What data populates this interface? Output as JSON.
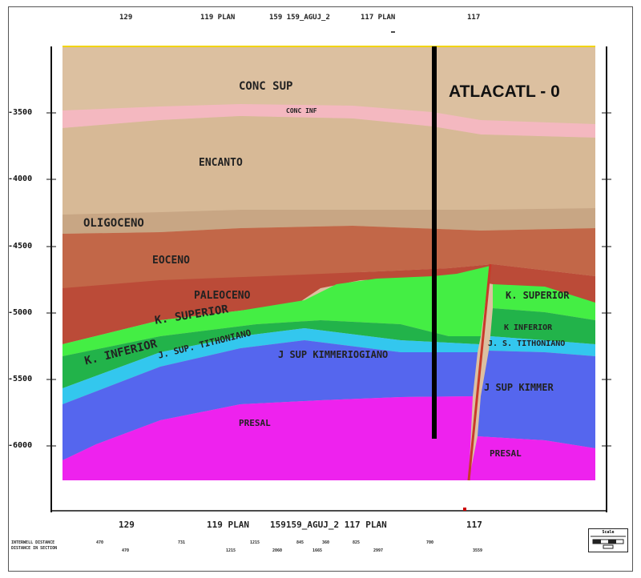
{
  "section": {
    "well_name": "ATLACATL - 0",
    "top_well_labels": [
      "129",
      "119 PLAN",
      "159 159_AGUJ_2",
      "117 PLAN",
      "117"
    ],
    "bottom_well_labels": [
      "129",
      "119 PLAN",
      "159159_AGUJ_2 117 PLAN",
      "117"
    ],
    "depth_labels": [
      "-3500",
      "-4000",
      "-4500",
      "-5000",
      "-5500",
      "-6000"
    ],
    "distance_row_labels": [
      "INTERWELL DISTANCE",
      "DISTANCE IN SECTION"
    ],
    "distance_values_top": [
      "470",
      "731",
      "1215",
      "845",
      "360",
      "825",
      "700"
    ],
    "distance_values_bottom": [
      "470",
      "1215",
      "2060",
      "1665",
      "2997",
      "3559"
    ],
    "scale_title": "Scale"
  },
  "layers": {
    "conc_sup": "CONC  SUP",
    "conc_inf": "CONC INF",
    "encanto": "ENCANTO",
    "oligoceno": "OLIGOCENO",
    "eoceno": "EOCENO",
    "paleoceno": "PALEOCENO",
    "k_superior": "K. SUPERIOR",
    "k_inferior": "K. INFERIOR",
    "j_sup_tithoniano": "J. SUP. TITHONIANO",
    "j_sup_kimmeriogiano": "J  SUP  KIMMERIOGIANO",
    "presal": "PRESAL",
    "k_superior_right": "K. SUPERIOR",
    "k_inferior_right": "K  INFERIOR",
    "j_s_tithoniano_right": "J. S. TITHONIANO",
    "j_sup_kimmer_right": "J  SUP  KIMMER",
    "presal_right": "PRESAL"
  },
  "colors": {
    "conc_sup": "#dcc0a0",
    "conc_inf": "#f4b8c0",
    "encanto": "#d7b996",
    "oligoceno": "#c8a684",
    "eoceno": "#c26748",
    "paleoceno": "#bb4b38",
    "k_superior": "#44ee44",
    "k_inferior": "#22b34a",
    "tithoniano": "#33c7ee",
    "kimmeriogiano": "#5566ee",
    "presal": "#ee22ee",
    "well": "#000000",
    "fault": "#c83a2a",
    "top_line": "#f2d400"
  }
}
